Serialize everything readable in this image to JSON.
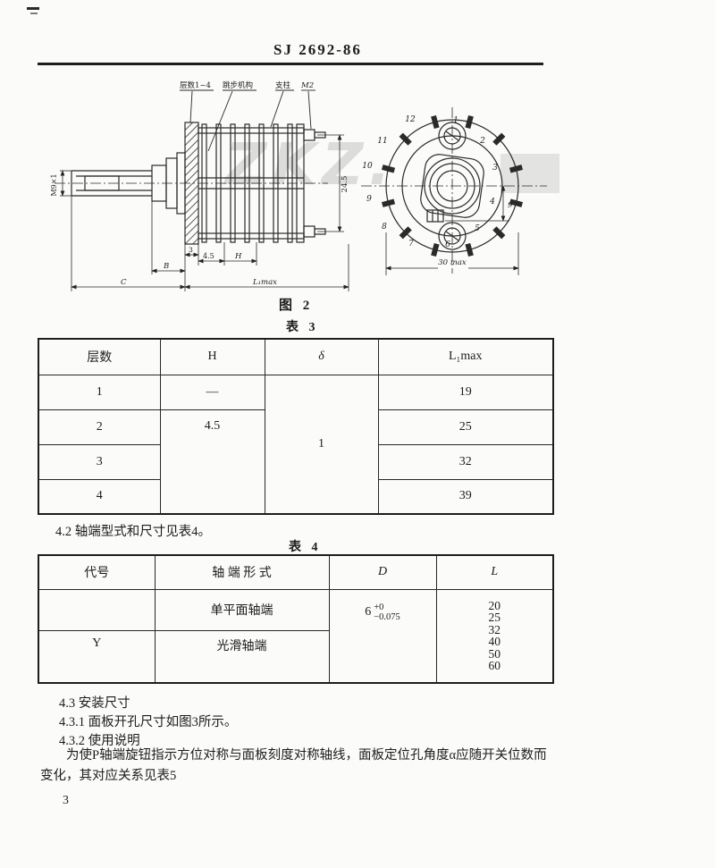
{
  "page": {
    "code": "SJ 2692-86",
    "page_number": "3",
    "watermark": "ZKZ."
  },
  "figure2": {
    "caption": "图 2",
    "side_view": {
      "callout_decks": "层数1~4",
      "callout_step": "跳步机构",
      "callout_post": "支柱",
      "callout_screw": "M2",
      "dim_thread": "M9×1",
      "dim_height": "24.5",
      "dim_3": "3",
      "dim_45": "4.5",
      "dim_h": "H",
      "dim_b": "B",
      "dim_c": "C",
      "dim_l1": "L₁max"
    },
    "front_view": {
      "positions": [
        "1",
        "2",
        "3",
        "4",
        "5",
        "6",
        "7",
        "8",
        "9",
        "10",
        "11",
        "12"
      ],
      "dim_width": "30 max",
      "dim_offset": "9"
    }
  },
  "table3": {
    "label": "表 3",
    "headers": {
      "col1": "层数",
      "col2": "H",
      "col3": "δ",
      "col4": "L₁max"
    },
    "h_row1": "—",
    "h_merged": "4.5",
    "delta_value": "1",
    "rows": [
      {
        "layers": "1",
        "l1max": "19"
      },
      {
        "layers": "2",
        "l1max": "25"
      },
      {
        "layers": "3",
        "l1max": "32"
      },
      {
        "layers": "4",
        "l1max": "39"
      }
    ]
  },
  "section42": "4.2 轴端型式和尺寸见表4。",
  "table4": {
    "label": "表 4",
    "headers": {
      "col1": "代号",
      "col2": "轴 端 形 式",
      "col3": "D",
      "col4": "L"
    },
    "code": "Y",
    "form1": "单平面轴端",
    "form2": "光滑轴端",
    "d_base": "6",
    "d_upper": "+0",
    "d_lower": "−0.075",
    "l_values": [
      "20",
      "25",
      "32",
      "40",
      "50",
      "60"
    ]
  },
  "sections": {
    "s43": "4.3  安装尺寸",
    "s431": "4.3.1  面板开孔尺寸如图3所示。",
    "s432": "4.3.2  使用说明",
    "paragraph": "为使P轴端旋钮指示方位对称与面板刻度对称轴线，面板定位孔角度α应随开关位数而变化，其对应关系见表5"
  }
}
